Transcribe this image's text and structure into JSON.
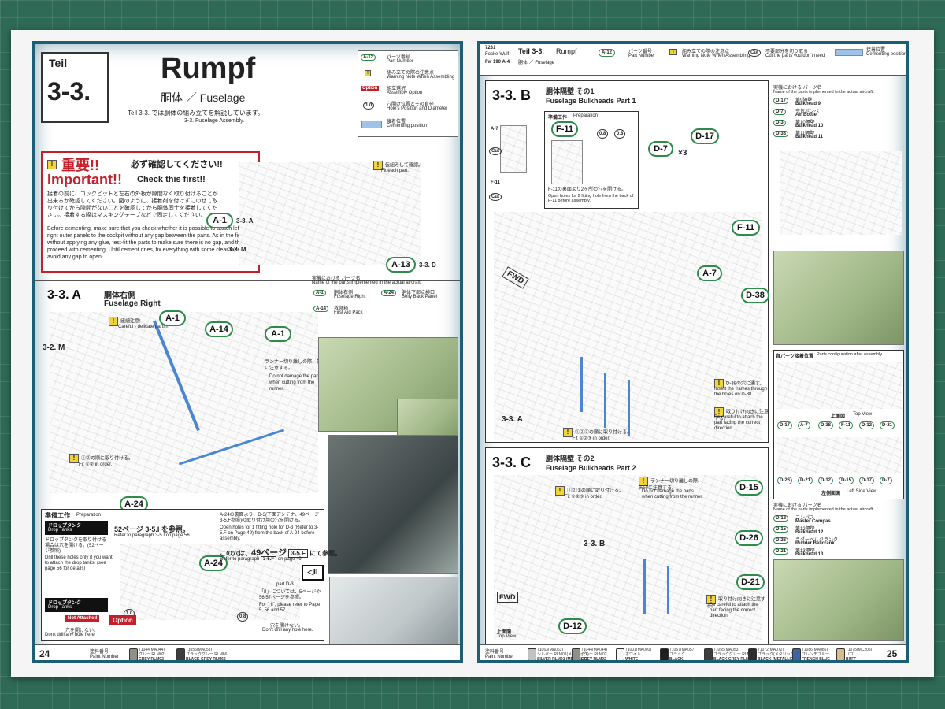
{
  "left_page": {
    "teil_label": "Teil",
    "section_number": "3-3.",
    "title": "Rumpf",
    "subtitle": "胴体 ／ Fuselage",
    "intro_jp": "Teil 3-3. では胴体の組み立てを解説しています。",
    "intro_en": "3-3. Fuselage Assembly.",
    "legend": [
      {
        "symbol": "A-12",
        "jp": "パーツ番号",
        "en": "Part Number"
      },
      {
        "symbol": "!",
        "jp": "組み立ての際の注意点",
        "en": "Warning Note When Assembling"
      },
      {
        "symbol": "Option",
        "jp": "組立選択",
        "en": "Assembly Option"
      },
      {
        "symbol": "1.0",
        "jp": "穴開け位置とその直径",
        "en": "Hole's Position and Diameter"
      },
      {
        "symbol": "",
        "jp": "接着位置",
        "en": "Cementing position"
      }
    ],
    "important": {
      "jp_title": "重要!!",
      "jp_sub": "必ず確認してください!!",
      "en_title": "Important!!",
      "en_sub": "Check this first!!",
      "jp_body": "接着の前に、コックピットと左右の外板が隙間なく取り付けることが出来るか確認してください。図のように、接着剤を付けずにのせて取り付けてから隙間がないことを確認してから胴体同士を接着してください。接着する際はマスキングテープなどで固定してください。",
      "en_body": "Before cementing, make sure that you check whether it is possible to attach left and right outer panels to the cockpit without any gap between the parts. As in the figure, without applying any glue, test-fit the parts to make sure there is no gap, and then proceed with cementing. Until cement dries, fix everything with some clear tape to avoid any gap to open."
    },
    "fit_note_jp": "仮組みして確認。",
    "fit_note_en": "Fit each part.",
    "labels_top": {
      "a1": "A-1",
      "a1_ref": "3-3. A",
      "m_ref": "3-2. M",
      "a13": "A-13",
      "d_ref": "3-3. D"
    },
    "step_a": {
      "badge": "3-3. A",
      "title_jp": "胴体右側",
      "title_en": "Fuselage Right",
      "careful_jp": "繊細注意!",
      "careful_en": "Careful - delicate parts!!",
      "m_ref": "3-2. M",
      "parts_heading_jp": "実機における パーツ名",
      "parts_heading_en": "Name of the parts implemented in the actual aircraft.",
      "parts": [
        {
          "id": "A-1",
          "jp": "胴体右側",
          "en": "Fuselage Right"
        },
        {
          "id": "A-14",
          "jp": "救急箱",
          "en": "First Aid Pack"
        },
        {
          "id": "A-24",
          "jp": "胴体下部点検口",
          "en": "Belly Back Panel"
        }
      ],
      "a14": "A-14",
      "a1_b": "A-1",
      "a24": "A-24",
      "runner_jp": "ランナー切り離しの際、矢印に注意する。",
      "runner_en": "Do not damage the parts when cutting from the runner.",
      "order_jp": "①②の順に取り付ける。",
      "order_en": "Fit ①② in order."
    },
    "prep": {
      "heading_jp": "準備工作",
      "heading_en": "Preparation",
      "drop_jp": "ドロップタンク",
      "drop_en": "Drop Tanks",
      "drop_body_jp": "ドロップタンクを取り付ける場合は穴を開ける。(52ページ参照)",
      "drop_body_en": "Drill these holes only if you want to attach the drop tanks. (see page 56 for details)",
      "ref_jp": "52ページ 3-5.I を参照。",
      "ref_en": "Refer to paragraph 3-5.I on page 56.",
      "a24": "A-24",
      "hole_10": "1.0",
      "hole_08": "0.8",
      "drop2_jp": "ドロップタンク",
      "drop2_en": "Drop Tanks",
      "not_attached": "Not Attached",
      "no_drill_jp": "穴を開けない。",
      "no_drill_en": "Don't drill any hole here.",
      "option": "Option",
      "a24_note_jp": "A-24の裏面より、D-3(下面アンテナ、49ページ3-5.F参照)の取り付け用の穴を開ける。",
      "a24_note_en": "Open holes for 1 fitting hole for D-3 (Refer to 3-5.F on Page 49) from the back of A-24 before assembly.",
      "ref2_pre": "この穴は、",
      "ref2_page": "49ページ",
      "ref2_box": "3-5.F",
      "ref2_post": "にて参照。",
      "ref2_en_pre": "Refer to paragraph",
      "ref2_en_post": "on page 49.",
      "part_d3": "part D-3",
      "ii_note_jp": "「II」については、5ページや56,57ページを参照。",
      "ii_note_en": "For \" II\", please refer to Page 5, 56 and 57.",
      "no_drill2_jp": "穴を開けない。",
      "no_drill2_en": "Don't drill any hole here."
    },
    "footer": {
      "page": "24",
      "paint_jp": "塗料番号",
      "paint_en": "Paint Number",
      "paints": [
        {
          "code": "71044(MA044)",
          "name": "グレー RLM02",
          "en": "GREY RLM02",
          "color": "#8e9183"
        },
        {
          "code": "71055(MA053)",
          "name": "ブラックグレー RLM66",
          "en": "BLACK GREY RLM66",
          "color": "#3d3f3f"
        }
      ]
    }
  },
  "right_page": {
    "header": {
      "model_no": "7231",
      "model_name1": "Focke-Wulf",
      "model_name2": "Fw 190 A-4",
      "teil": "Teil 3-3.",
      "teil_de": "Rumpf",
      "teil_jp": "胴体 ／ Fuselage",
      "legend": [
        {
          "symbol": "A-12",
          "jp": "パーツ番号",
          "en": "Part Number"
        },
        {
          "symbol": "!",
          "jp": "組み立ての際の注意点",
          "en": "Warning Note When Assembling"
        },
        {
          "symbol": "Cut",
          "jp": "不要部分を切り取る",
          "en": "Cut the parts you don't need"
        },
        {
          "symbol": "",
          "jp": "接着位置",
          "en": "Cementing position"
        }
      ]
    },
    "step_b": {
      "badge": "3-3. B",
      "title_jp": "胴体隔壁 その1",
      "title_en": "Fuselage Bulkheads Part 1",
      "prep_jp": "準備工作",
      "prep_en": "Preparation",
      "f11": "F-11",
      "d7": "D-7",
      "d7_qty": "×3",
      "d17": "D-17",
      "f11_b": "F-11",
      "hole_08a": "0.8",
      "hole_08b": "0.8",
      "f11_note_jp": "F-11の裏面より2ヶ所の穴を開ける。",
      "f11_note_en": "Open holes for 2 fitting hole from the back of F-11 before assembly.",
      "a7_left": "A-7",
      "f11_left": "F-11",
      "cut": "Cut",
      "fwd": "FWD",
      "a7": "A-7",
      "d38": "D-38",
      "ref_a": "3-3. A",
      "order_jp": "①②③の順に取り付ける。",
      "order_en": "Fit ①②③ in order.",
      "d38_note_jp": "D-38の穴に通す。",
      "d38_note_en": "Insert the frames through the holes on D-38.",
      "dir_jp": "取り付け向きに注意する。",
      "dir_en": "Be careful to attach the part facing the correct direction."
    },
    "step_b_parts": {
      "heading_jp": "実機における パーツ名",
      "heading_en": "Name of the parts implemented in the actual aircraft.",
      "parts": [
        {
          "id": "D-17",
          "jp": "第9隔壁",
          "en": "Bulkhead 9"
        },
        {
          "id": "D-7",
          "jp": "空気ボンベ",
          "en": "Air Bottle"
        },
        {
          "id": "D-3",
          "jp": "第10隔壁",
          "en": "Bulkhead 10"
        },
        {
          "id": "D-38",
          "jp": "第11隔壁",
          "en": "Bulkhead 11"
        }
      ]
    },
    "config": {
      "heading_jp": "各パーツ接着位置",
      "heading_en": "Parts configuration after assembly.",
      "top_view_jp": "上面図",
      "top_view_en": "Top View",
      "left_view_jp": "左側面図",
      "left_view_en": "Left Side View",
      "callouts": [
        "D-17",
        "A-7",
        "D-38",
        "F-11",
        "D-12",
        "D-21",
        "D-26",
        "D-21",
        "D-12",
        "D-15",
        "D-17",
        "D-7"
      ]
    },
    "step_c": {
      "badge": "3-3. C",
      "title_jp": "胴体隔壁 その2",
      "title_en": "Fuselage Bulkheads Part 2",
      "order_jp": "①②③の順に取り付ける。",
      "order_en": "Fit ①②③ in order.",
      "runner_jp": "ランナー切り離しの際、矢印に注意する。",
      "runner_en": "Do not damage the parts when cutting from the runner.",
      "d15": "D-15",
      "d26": "D-26",
      "ref_b": "3-3. B",
      "d21": "D-21",
      "d12": "D-12",
      "fwd": "FWD",
      "top_view_jp": "上面図",
      "top_view_en": "Top View",
      "dir_jp": "取り付け向きに注意する。",
      "dir_en": "Be careful to attach the part facing the correct direction."
    },
    "step_c_parts": {
      "heading_jp": "実機における パーツ名",
      "heading_en": "Name of the parts implemented in the actual aircraft.",
      "parts": [
        {
          "id": "D-12",
          "jp": "コンパス",
          "en": "Master Compas"
        },
        {
          "id": "D-15",
          "jp": "第12隔壁",
          "en": "Bulkhead 12"
        },
        {
          "id": "D-26",
          "jp": "ラダーベルクランク",
          "en": "Rudder Bellcrank"
        },
        {
          "id": "D-21",
          "jp": "第13隔壁",
          "en": "Bulkhead 13"
        }
      ]
    },
    "footer": {
      "page": "25",
      "paint_jp": "塗料番号",
      "paint_en": "Paint Number",
      "paints": [
        {
          "code": "71063(MA063)",
          "name": "シルバー RLM01(メタリック)",
          "en": "SILVER RLM01 (METALLIC)",
          "color": "#bfc3c6"
        },
        {
          "code": "71044(MA044)",
          "name": "グレー RLM02",
          "en": "GREY RLM02",
          "color": "#8e9183"
        },
        {
          "code": "71001(MA001)",
          "name": "ホワイト",
          "en": "WHITE",
          "color": "#f4f4f4"
        },
        {
          "code": "71057(MA057)",
          "name": "ブラック",
          "en": "BLACK",
          "color": "#1e1e1e"
        },
        {
          "code": "71055(MA053)",
          "name": "ブラックグレー RLM66",
          "en": "BLACK GREY RLM66",
          "color": "#3d3f3f"
        },
        {
          "code": "71072(MA072)",
          "name": "ブラック(メタリック)",
          "en": "BLACK (METALLIC)",
          "color": "#2b2c30"
        },
        {
          "code": "71086(MA086)",
          "name": "フレンチブルー",
          "en": "FRENCH BLUE",
          "color": "#3a63a8"
        },
        {
          "code": "71075(MC205)",
          "name": "バフ",
          "en": "BUFF",
          "color": "#d6bd8b"
        }
      ]
    }
  },
  "colors": {
    "frame_blue": "#1d5e76",
    "part_green": "#2e8b4a",
    "warning_red": "#c4202a",
    "cement_blue": "#9fc3e7",
    "mat_green": "#2f6a57"
  }
}
